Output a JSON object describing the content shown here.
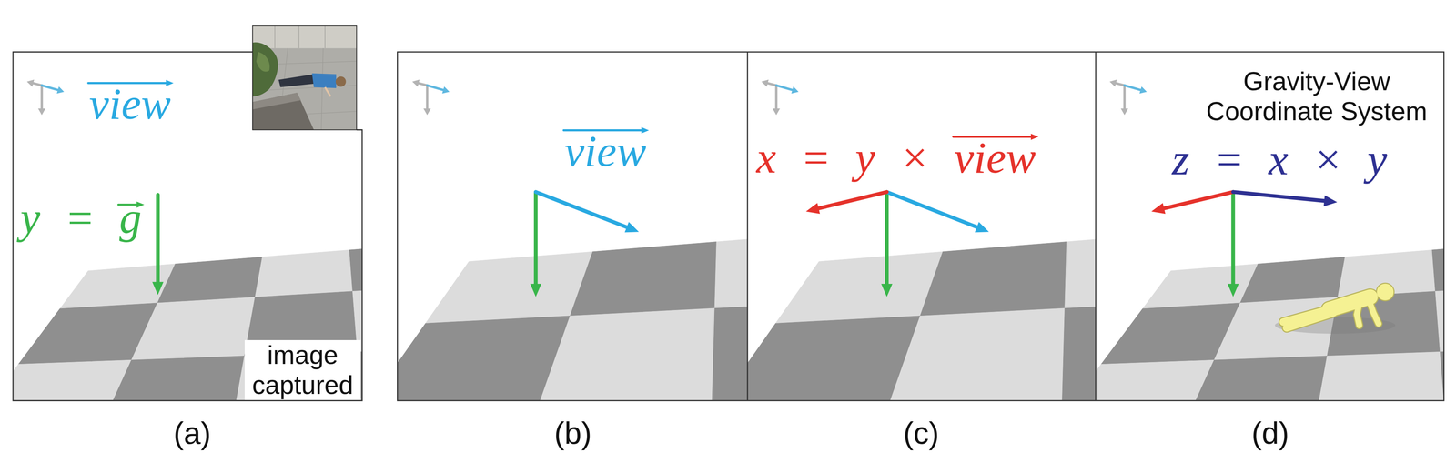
{
  "diagram": {
    "labels": [
      "view",
      "image captured",
      "y = g",
      "(a)",
      "view",
      "(b)",
      "x = y × view",
      "(c)",
      "Gravity-View Coordinate System",
      "z = x × y",
      "(d)"
    ]
  }
}
